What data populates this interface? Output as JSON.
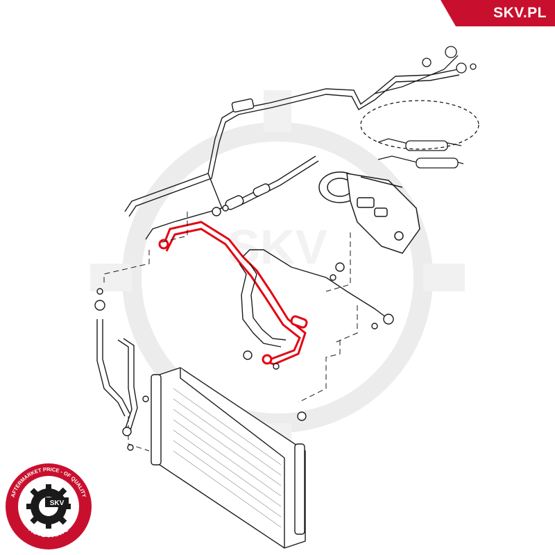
{
  "brand": {
    "site_label": "SKV.PL",
    "accent_color": "#c8102e"
  },
  "logo": {
    "name": "SKV",
    "slogan": "AFTERMARKET PRICE - OF QUALITY",
    "tagline": "AUTO PARTS",
    "watermark_text": "SKV"
  },
  "diagram": {
    "subject": "air conditioning refrigerant lines",
    "highlighted_part": "high-pressure hose (compressor to condenser)",
    "highlight_color": "#e30613",
    "line_color": "#1a1a1a"
  }
}
